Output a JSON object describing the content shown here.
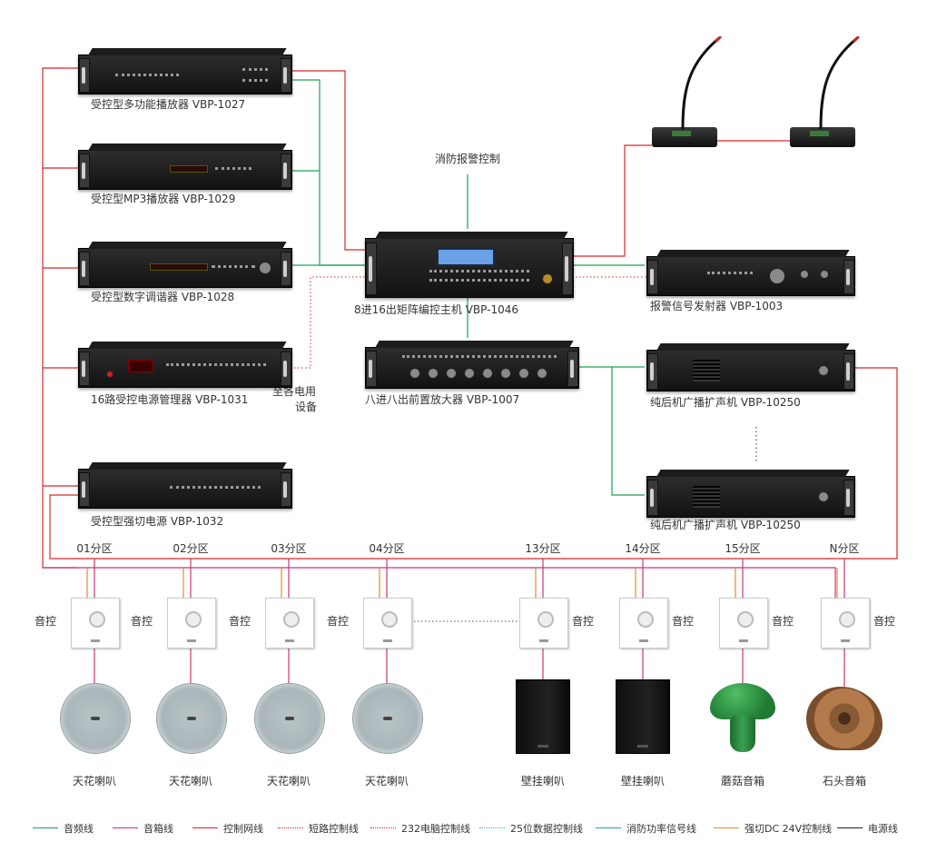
{
  "colors": {
    "audio": "#1aa352",
    "speaker": "#c4357a",
    "control": "#d9262a",
    "short": "#d9262a",
    "pc232": "#d9262a",
    "data25": "#3fa6d8",
    "fire": "#2aa0a0",
    "dc24": "#e68a2e",
    "power": "#222222"
  },
  "devices": {
    "vbp1027": "受控型多功能播放器 VBP-1027",
    "vbp1029": "受控型MP3播放器 VBP-1029",
    "vbp1028": "受控型数字调谐器 VBP-1028",
    "vbp1031": "16路受控电源管理器 VBP-1031",
    "vbp1032": "受控型强切电源 VBP-1032",
    "vbp1046": "8进16出矩阵编控主机 VBP-1046",
    "vbp1007": "八进八出前置放大器 VBP-1007",
    "vbp1003": "报警信号发射器 VBP-1003",
    "vbp10250a": "纯后机广播扩声机 VBP-10250",
    "vbp10250b": "纯后机广播扩声机 VBP-10250"
  },
  "annotations": {
    "fire_alarm": "消防报警控制",
    "to_devices_1": "至各电用",
    "to_devices_2": "设备"
  },
  "zones": [
    {
      "zone": "01分区",
      "vol": "音控",
      "speaker": "天花喇叭",
      "kind": "ceiling"
    },
    {
      "zone": "02分区",
      "vol": "音控",
      "speaker": "天花喇叭",
      "kind": "ceiling"
    },
    {
      "zone": "03分区",
      "vol": "音控",
      "speaker": "天花喇叭",
      "kind": "ceiling"
    },
    {
      "zone": "04分区",
      "vol": "音控",
      "speaker": "天花喇叭",
      "kind": "ceiling"
    },
    {
      "zone": "13分区",
      "vol": "音控",
      "speaker": "壁挂喇叭",
      "kind": "wall"
    },
    {
      "zone": "14分区",
      "vol": "音控",
      "speaker": "壁挂喇叭",
      "kind": "wall"
    },
    {
      "zone": "15分区",
      "vol": "音控",
      "speaker": "蘑菇音箱",
      "kind": "mushroom"
    },
    {
      "zone": "N分区",
      "vol": "音控",
      "speaker": "石头音箱",
      "kind": "rock"
    }
  ],
  "legend": [
    {
      "label": "音频线",
      "color": "#1aa352",
      "style": "solid"
    },
    {
      "label": "音箱线",
      "color": "#c4357a",
      "style": "solid"
    },
    {
      "label": "控制网线",
      "color": "#d9262a",
      "style": "solid"
    },
    {
      "label": "短路控制线",
      "color": "#d9262a",
      "style": "dotted"
    },
    {
      "label": "232电脑控制线",
      "color": "#d9262a",
      "style": "dotted"
    },
    {
      "label": "25位数据控制线",
      "color": "#3fa6d8",
      "style": "dotted"
    },
    {
      "label": "消防功率信号线",
      "color": "#2aa0a0",
      "style": "solid"
    },
    {
      "label": "强切DC 24V控制线",
      "color": "#e68a2e",
      "style": "solid"
    },
    {
      "label": "电源线",
      "color": "#222222",
      "style": "solid"
    }
  ]
}
